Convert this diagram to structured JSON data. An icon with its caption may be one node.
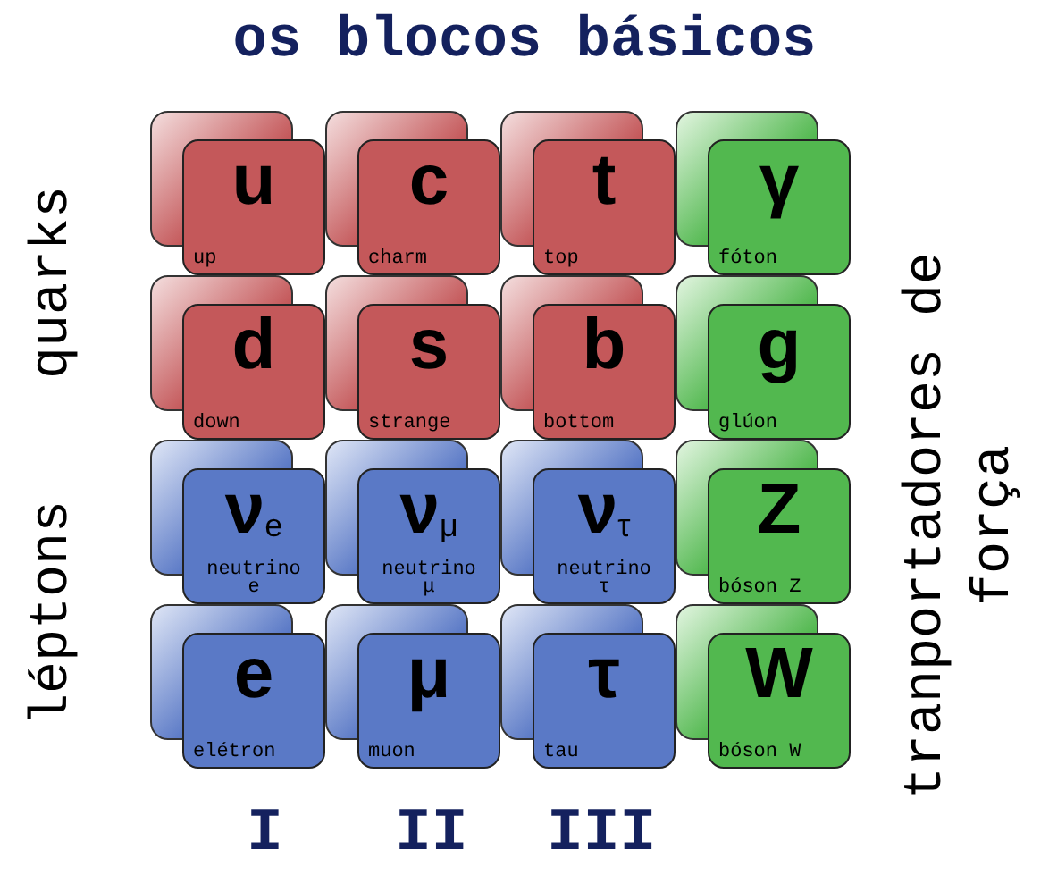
{
  "diagram": {
    "title": "os blocos básicos",
    "nodes": [
      {
        "text": [
          "u",
          "up"
        ]
      },
      {
        "text": [
          "c",
          "charm"
        ]
      },
      {
        "text": [
          "t",
          "top"
        ]
      },
      {
        "text": [
          "γ",
          "fóton"
        ]
      },
      {
        "text": [
          "d",
          "down"
        ]
      },
      {
        "text": [
          "s",
          "strange"
        ]
      },
      {
        "text": [
          "b",
          "bottom"
        ]
      },
      {
        "text": [
          "g",
          "glúon"
        ]
      },
      {
        "text": [
          "ν$_{e}$",
          "neutrino e"
        ]
      },
      {
        "text": [
          "ν$_{μ}$",
          "neutrino μ"
        ]
      },
      {
        "text": [
          "ν$_{τ}$",
          "neutrino τ"
        ]
      },
      {
        "text": [
          "Z",
          "bóson Z"
        ]
      },
      {
        "text": [
          "e",
          "elétron"
        ]
      },
      {
        "text": [
          "μ",
          "muon"
        ]
      },
      {
        "text": [
          "τ",
          "tau"
        ]
      },
      {
        "text": [
          "W",
          "bóson W"
        ]
      }
    ],
    "labels": [
      "quarks",
      "léptons",
      "tranportadores de força",
      "I",
      "II",
      "III"
    ]
  }
}
